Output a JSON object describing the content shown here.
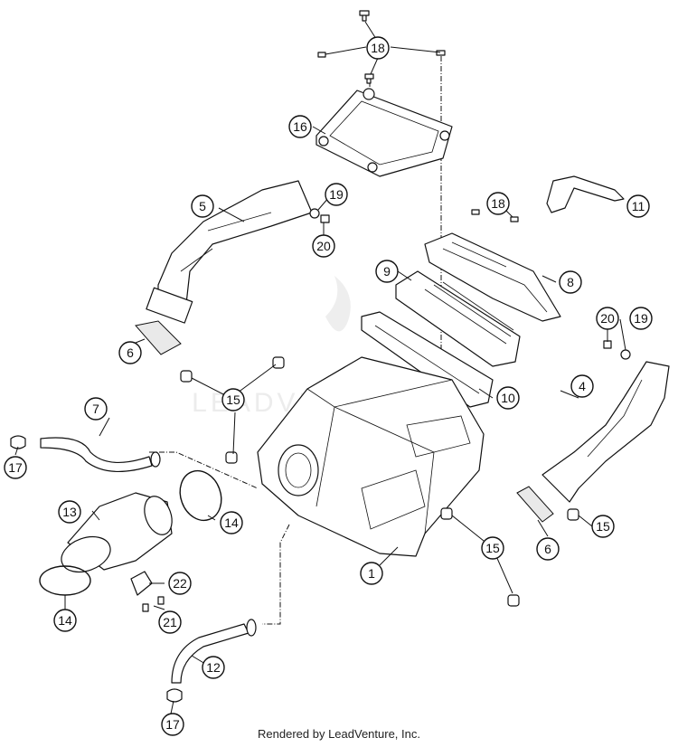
{
  "watermark": "LEADVENTURE",
  "footer": "Rendered by LeadVenture, Inc.",
  "callouts": [
    "18",
    "16",
    "19",
    "20",
    "5",
    "18",
    "11",
    "9",
    "8",
    "20",
    "19",
    "6",
    "15",
    "10",
    "4",
    "7",
    "17",
    "13",
    "14",
    "22",
    "15",
    "6",
    "15",
    "1",
    "14",
    "21",
    "12",
    "17",
    "15"
  ]
}
